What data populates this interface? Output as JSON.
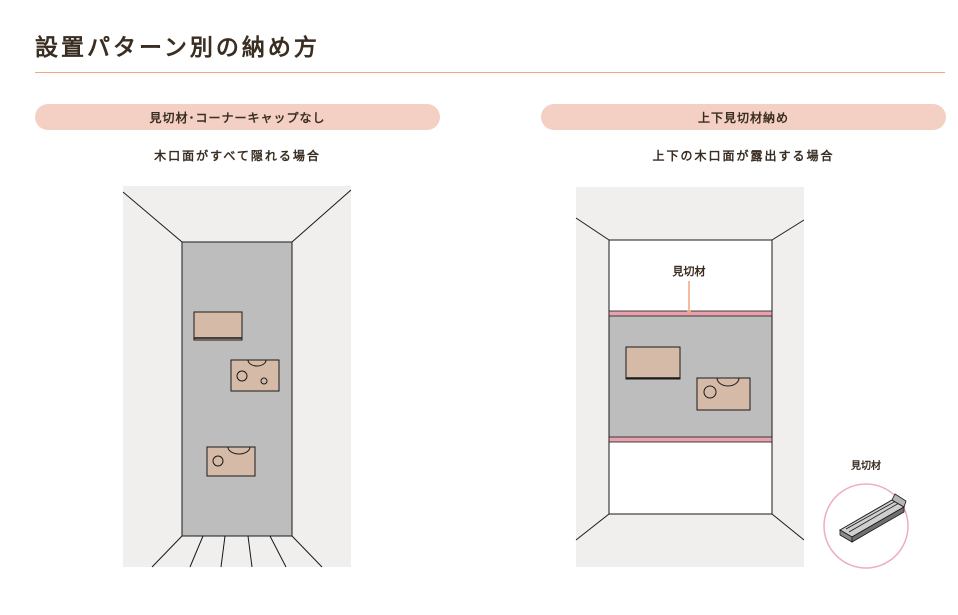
{
  "page": {
    "title": "設置パターン別の納め方"
  },
  "left_panel": {
    "header": "見切材･コーナーキャップなし",
    "subtitle": "木口面がすべて隠れる場合"
  },
  "right_panel": {
    "header": "上下見切材納め",
    "subtitle": "上下の木口面が露出する場合",
    "callout_label": "見切材"
  },
  "detail": {
    "label": "見切材"
  },
  "colors": {
    "accent_line": "#f1a77f",
    "pill_bg": "#f3d0c3",
    "wall": "#f0efed",
    "floor": "#bdbdbd",
    "furniture": "#d5bba7",
    "trim": "#e7a2ad",
    "detail_circle": "#eeaebb"
  }
}
